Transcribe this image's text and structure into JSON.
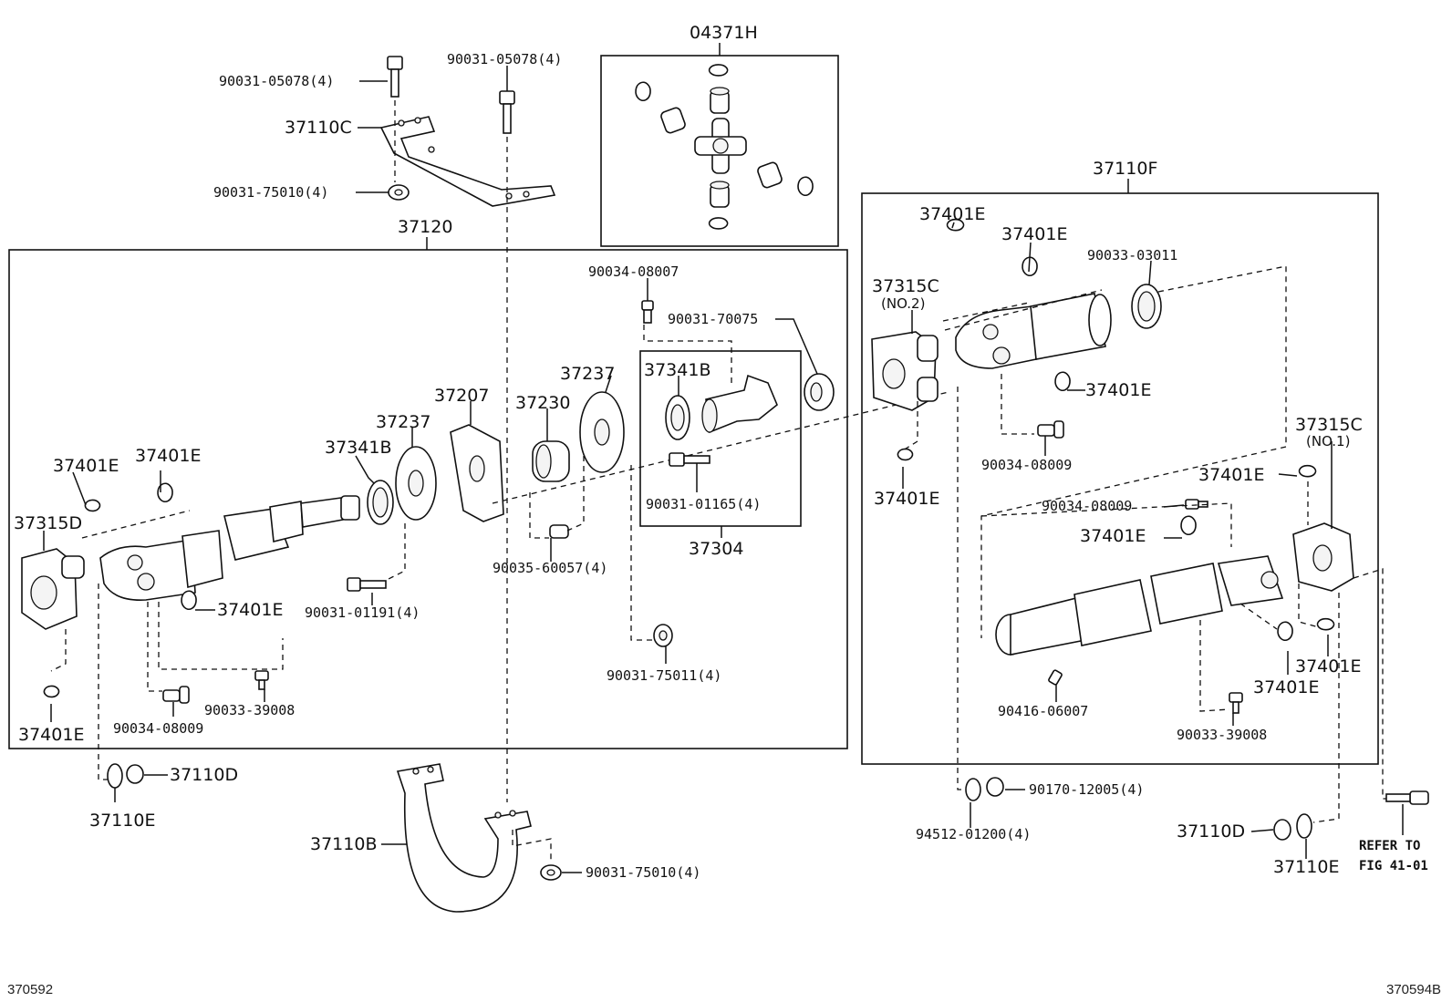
{
  "boxes": {
    "spider_kit": "04371H",
    "front_shaft": "37120",
    "rear_shaft": "37110F",
    "center_bearing": "37304"
  },
  "labels": {
    "bolt_top_left": "90031-05078(4)",
    "bolt_top_right": "90031-05078(4)",
    "bracket_c": "37110C",
    "nut_top": "90031-75010(4)",
    "grease_fitting_top": "90034-08007",
    "nut_70075": "90031-70075",
    "bearing_37341b_right": "37341B",
    "washer_37237_right": "37237",
    "cushion_37230": "37230",
    "cushion_37207": "37207",
    "washer_37237_left": "37237",
    "bearing_37341b_left": "37341B",
    "clip_left_1": "37401E",
    "clip_left_2": "37401E",
    "flange_37315d": "37315D",
    "clip_left_3": "37401E",
    "bolt_01191": "90031-01191(4)",
    "pin_60057": "90035-60057(4)",
    "bolt_01165": "90031-01165(4)",
    "nut_75011": "90031-75011(4)",
    "plug_39008_left": "90033-39008",
    "fitting_08009_left": "90034-08009",
    "clip_left_4": "37401E",
    "washer_37110d_left": "37110D",
    "washer_37110e_left": "37110E",
    "bracket_b": "37110B",
    "nut_bottom": "90031-75010(4)",
    "clip_r1": "37401E",
    "clip_r2": "37401E",
    "flange_no2": "37315C",
    "flange_no2_sub": "(NO.2)",
    "seal_03011": "90033-03011",
    "clip_r3": "37401E",
    "fitting_08009_r1": "90034-08009",
    "clip_r4": "37401E",
    "flange_no1": "37315C",
    "flange_no1_sub": "(NO.1)",
    "clip_r5": "37401E",
    "fitting_08009_r2": "90034-08009",
    "clip_r6": "37401E",
    "fitting_06007": "90416-06007",
    "clip_r7": "37401E",
    "clip_r8": "37401E",
    "plug_39008_right": "90033-39008",
    "washer_94512": "94512-01200(4)",
    "nut_12005": "90170-12005(4)",
    "washer_37110d_right": "37110D",
    "washer_37110e_right": "37110E",
    "refer_line1": "REFER TO",
    "refer_line2": "FIG 41-01"
  },
  "footer": {
    "left_code": "370592",
    "right_code": "370594B"
  }
}
